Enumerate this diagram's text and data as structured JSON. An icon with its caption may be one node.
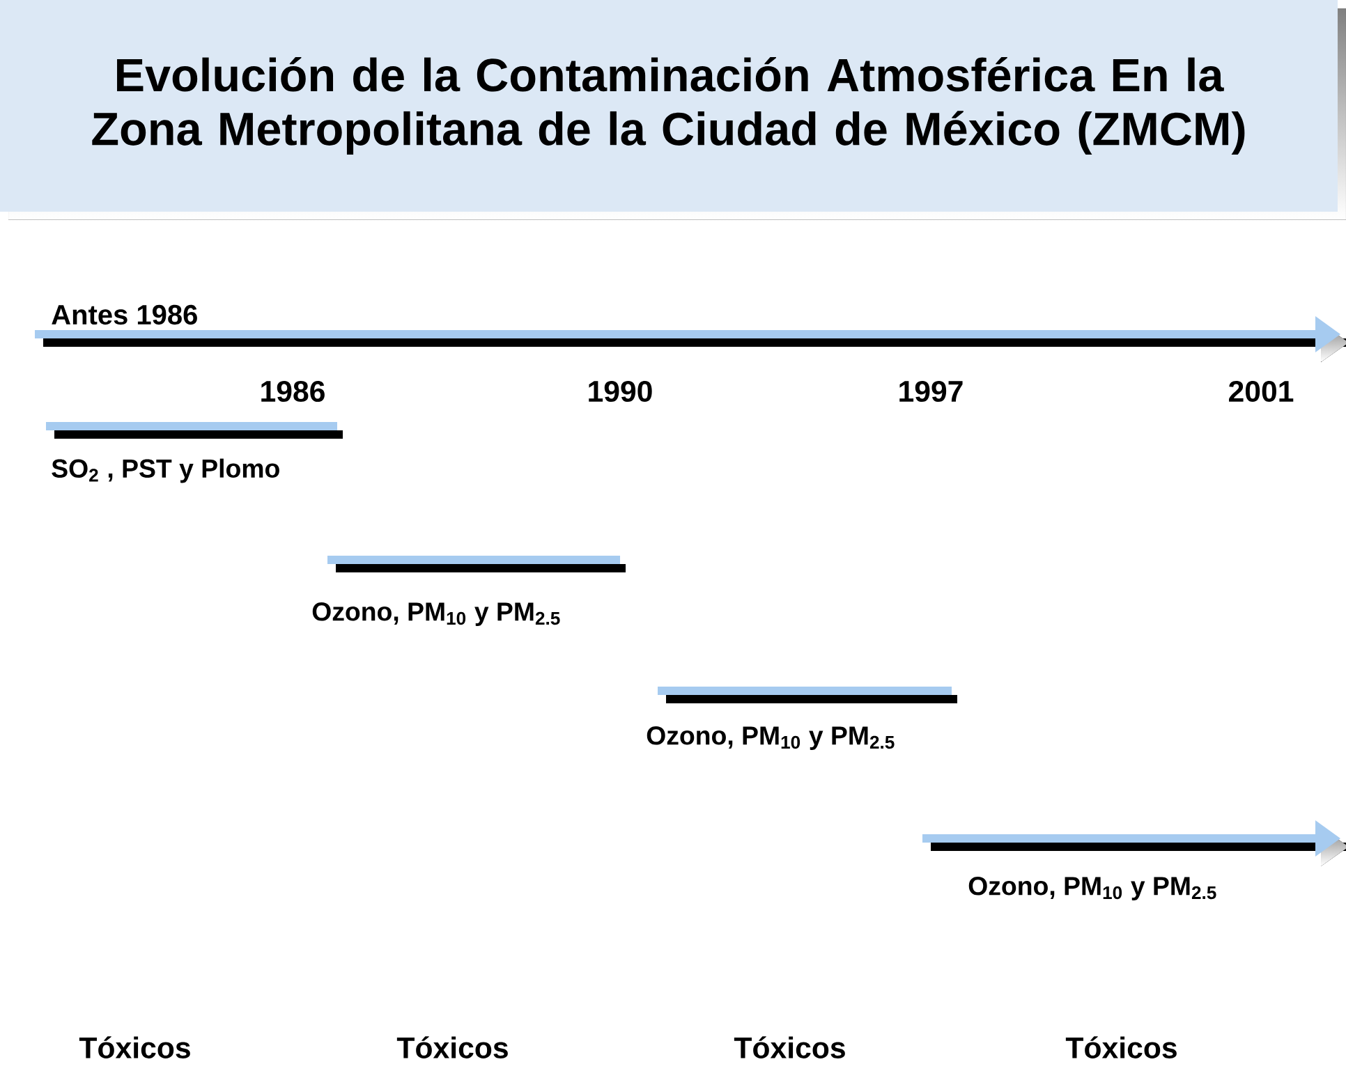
{
  "diagram": {
    "title": "Evolución de la Contaminación Atmosférica En la Zona Metropolitana de la Ciudad de México (ZMCM)",
    "labels": [
      "Antes 1986",
      "1986",
      "1990",
      "1997",
      "2001",
      "SO$_{2}$ , PST y Plomo",
      "Ozono, PM$_{10}$ y PM$_{2.5}$",
      "Ozono, PM$_{10}$ y PM$_{2.5}$",
      "Ozono, PM$_{10}$ y PM$_{2.5}$",
      "Tóxicos",
      "Tóxicos",
      "Tóxicos",
      "Tóxicos"
    ]
  }
}
